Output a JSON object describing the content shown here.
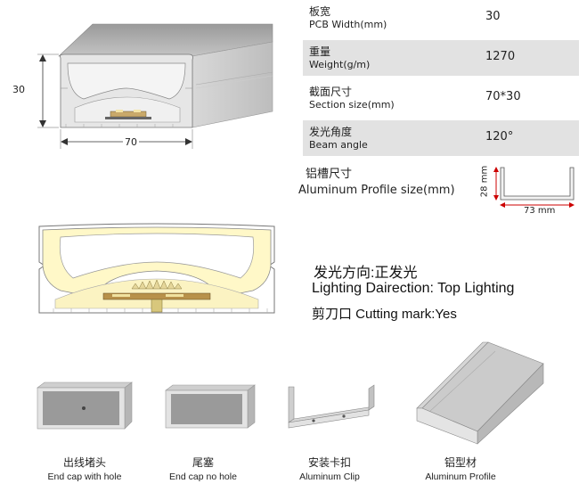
{
  "dimension_drawing": {
    "height_label": "30",
    "width_label": "70"
  },
  "specs": [
    {
      "cn": "板宽",
      "en": "PCB Width(mm)",
      "value": "30",
      "shaded": false
    },
    {
      "cn": "重量",
      "en": "Weight(g/m)",
      "value": "1270",
      "shaded": true
    },
    {
      "cn": "截面尺寸",
      "en": "Section size(mm)",
      "value": "70*30",
      "shaded": false
    },
    {
      "cn": "发光角度",
      "en": "Beam angle",
      "value": "120°",
      "shaded": true
    }
  ],
  "aluminum_profile": {
    "label_cn": "铝槽尺寸",
    "label_en": "Aluminum Profile size(mm)",
    "height_label": "28 mm",
    "width_label": "73 mm"
  },
  "lighting": {
    "direction_cn": "发光方向:正发光",
    "direction_en": "Lighting Dairection: Top Lighting",
    "cutting_mark": "剪刀口  Cutting mark:Yes"
  },
  "accessories": [
    {
      "cn": "出线堵头",
      "en": "End cap with hole"
    },
    {
      "cn": "尾塞",
      "en": "End cap no hole"
    },
    {
      "cn": "安装卡扣",
      "en": "Aluminum Clip"
    },
    {
      "cn": "铝型材",
      "en": "Aluminum Profile"
    }
  ]
}
